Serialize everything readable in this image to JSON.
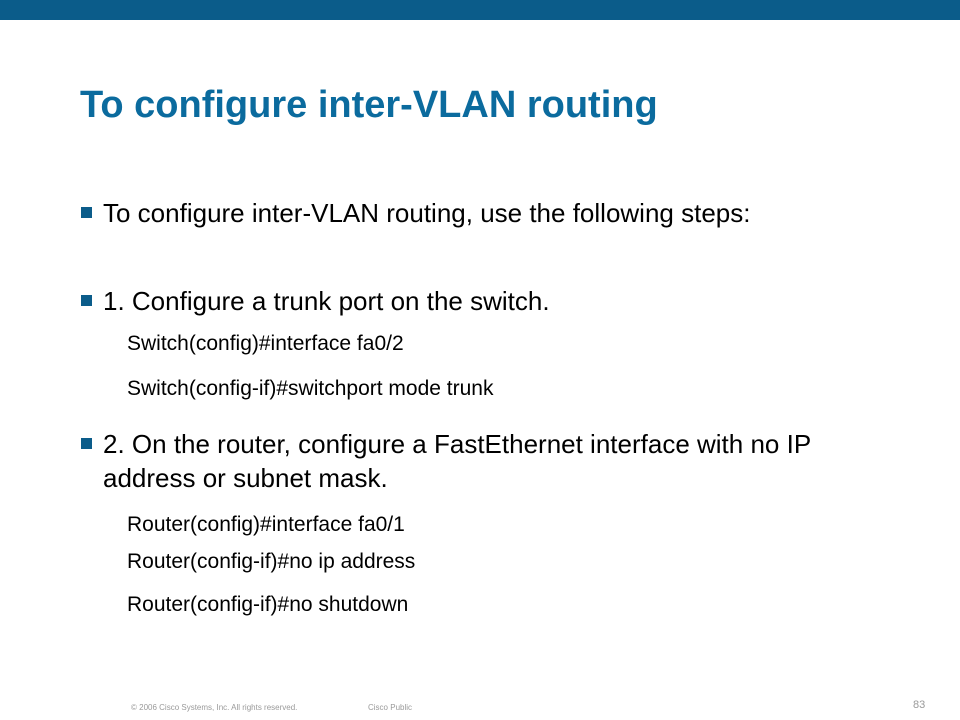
{
  "title": "To configure inter-VLAN routing",
  "bullets": [
    {
      "text": "To configure inter-VLAN routing, use the following steps:"
    },
    {
      "text": "1. Configure a trunk port on the switch.",
      "commands": [
        "Switch(config)#interface fa0/2",
        "Switch(config-if)#switchport mode trunk"
      ]
    },
    {
      "text": "2. On the router, configure a FastEthernet interface with no IP address or subnet mask.",
      "commands": [
        "Router(config)#interface fa0/1",
        "Router(config-if)#no ip address",
        "Router(config-if)#no shutdown"
      ]
    }
  ],
  "footer": {
    "copyright": "© 2006 Cisco Systems, Inc. All rights reserved.",
    "classification": "Cisco Public",
    "page_number": "83"
  },
  "colors": {
    "brand_bar": "#0b5c8a",
    "title": "#0b6b9e"
  }
}
